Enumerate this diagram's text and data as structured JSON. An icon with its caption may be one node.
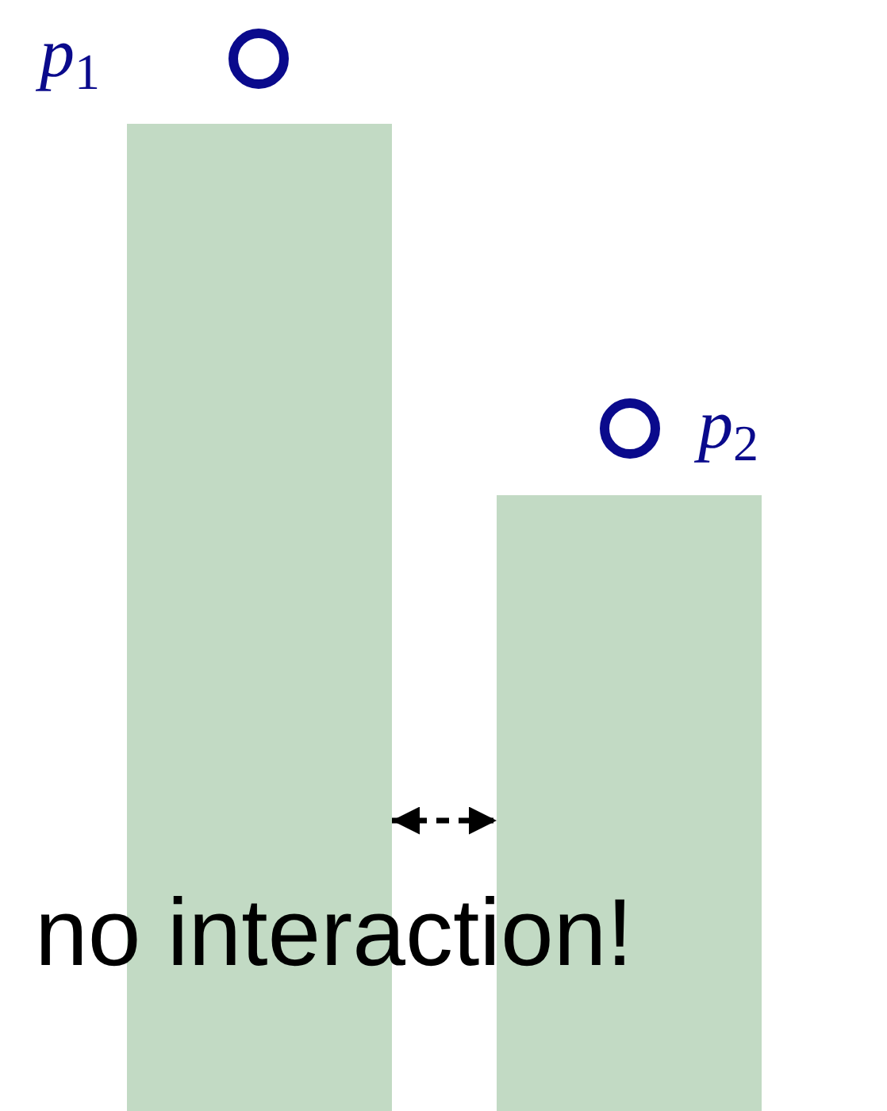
{
  "diagram": {
    "nodes": [
      {
        "text": [],
        "shape": "bar"
      },
      {
        "text": [],
        "shape": "bar"
      },
      {
        "text": [],
        "shape": "circle"
      },
      {
        "text": [],
        "shape": "circle"
      }
    ],
    "edges": [
      {
        "from": 0,
        "to": 1,
        "arrow": "both",
        "style": "dashed"
      }
    ],
    "labels": [
      "*p*$_{1}$",
      "*p*$_{2}$",
      "no interaction!"
    ]
  }
}
